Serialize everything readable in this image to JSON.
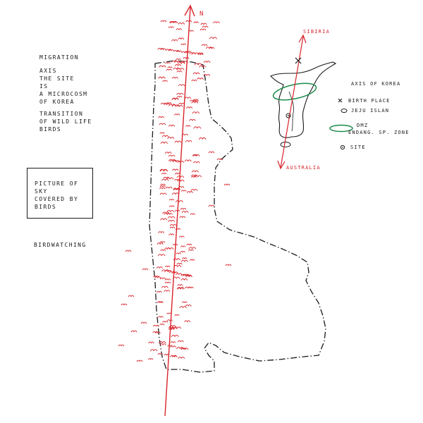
{
  "colors": {
    "ink": "#1a1a1a",
    "accent_red": "#d8232a",
    "accent_green": "#1a8a4a"
  },
  "notes": {
    "lines": [
      "MIGRATION",
      "AXIS",
      "THE SITE",
      "IS",
      "A MICROCOSM",
      "OF KOREA",
      "TRANSITION",
      "OF WILD LIFE",
      "BIRDS"
    ]
  },
  "picture_box": {
    "lines": [
      "PICTURE OF",
      "SKY",
      "COVERED BY",
      "BIRDS"
    ]
  },
  "birdwatching_label": "BIRDWATCHING",
  "compass": {
    "north_label": "N"
  },
  "inset_map": {
    "top_label": "SIBIRIA",
    "bottom_label": "AUSTRALIA",
    "legend": [
      {
        "symbol": "x-mark-icon",
        "text": "AXIS OF KOREA"
      },
      {
        "symbol": "x-mark-icon",
        "text": "BIRTH PLACE"
      },
      {
        "symbol": "island-outline-icon",
        "text": "JEJU ISLAN"
      },
      {
        "symbol": "green-ellipse-icon",
        "text": "DMZ"
      },
      {
        "symbol": "green-ellipse-icon",
        "text": "ENDANG. SP. ZONE"
      },
      {
        "symbol": "target-circle-icon",
        "text": "SITE"
      }
    ]
  }
}
